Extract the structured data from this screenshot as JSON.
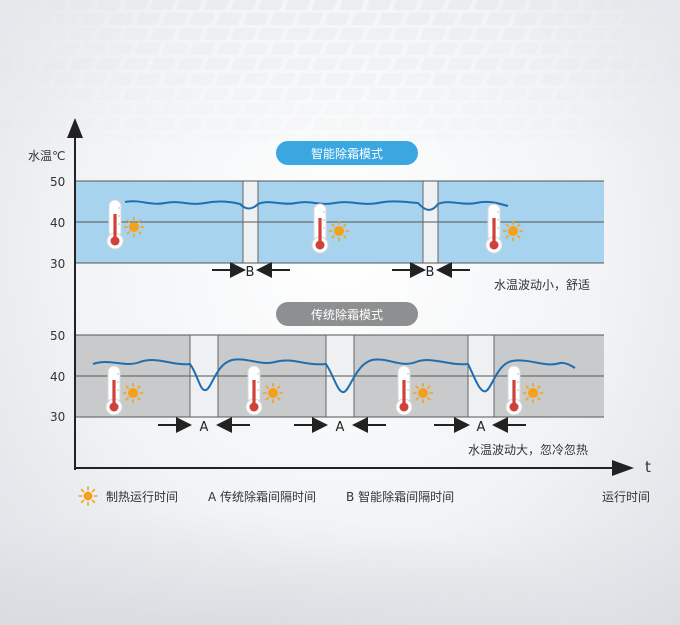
{
  "axes": {
    "y_label": "水温℃",
    "x_label": "t",
    "y_ticks": [
      "50",
      "40",
      "30"
    ]
  },
  "panels": {
    "smart": {
      "title": "智能除霜模式",
      "interval_label": "B",
      "note": "水温波动小，舒适",
      "band_color": "#a8d3ef",
      "title_color": "#3aa7e0"
    },
    "traditional": {
      "title": "传统除霜模式",
      "interval_label": "A",
      "note": "水温波动大，忽冷忽热",
      "band_color": "#c9cacb",
      "title_color": "#8e8f90"
    }
  },
  "legend": {
    "heating": "制热运行时间",
    "a": "A 传统除霜间隔时间",
    "b": "B 智能除霜间隔时间",
    "runtime": "运行时间"
  },
  "colors": {
    "wave": "#1f6fb0",
    "thermo_red": "#d0413a",
    "sun": "#f3a21c"
  },
  "icons": [
    "thermometer-icon",
    "sun-icon"
  ]
}
